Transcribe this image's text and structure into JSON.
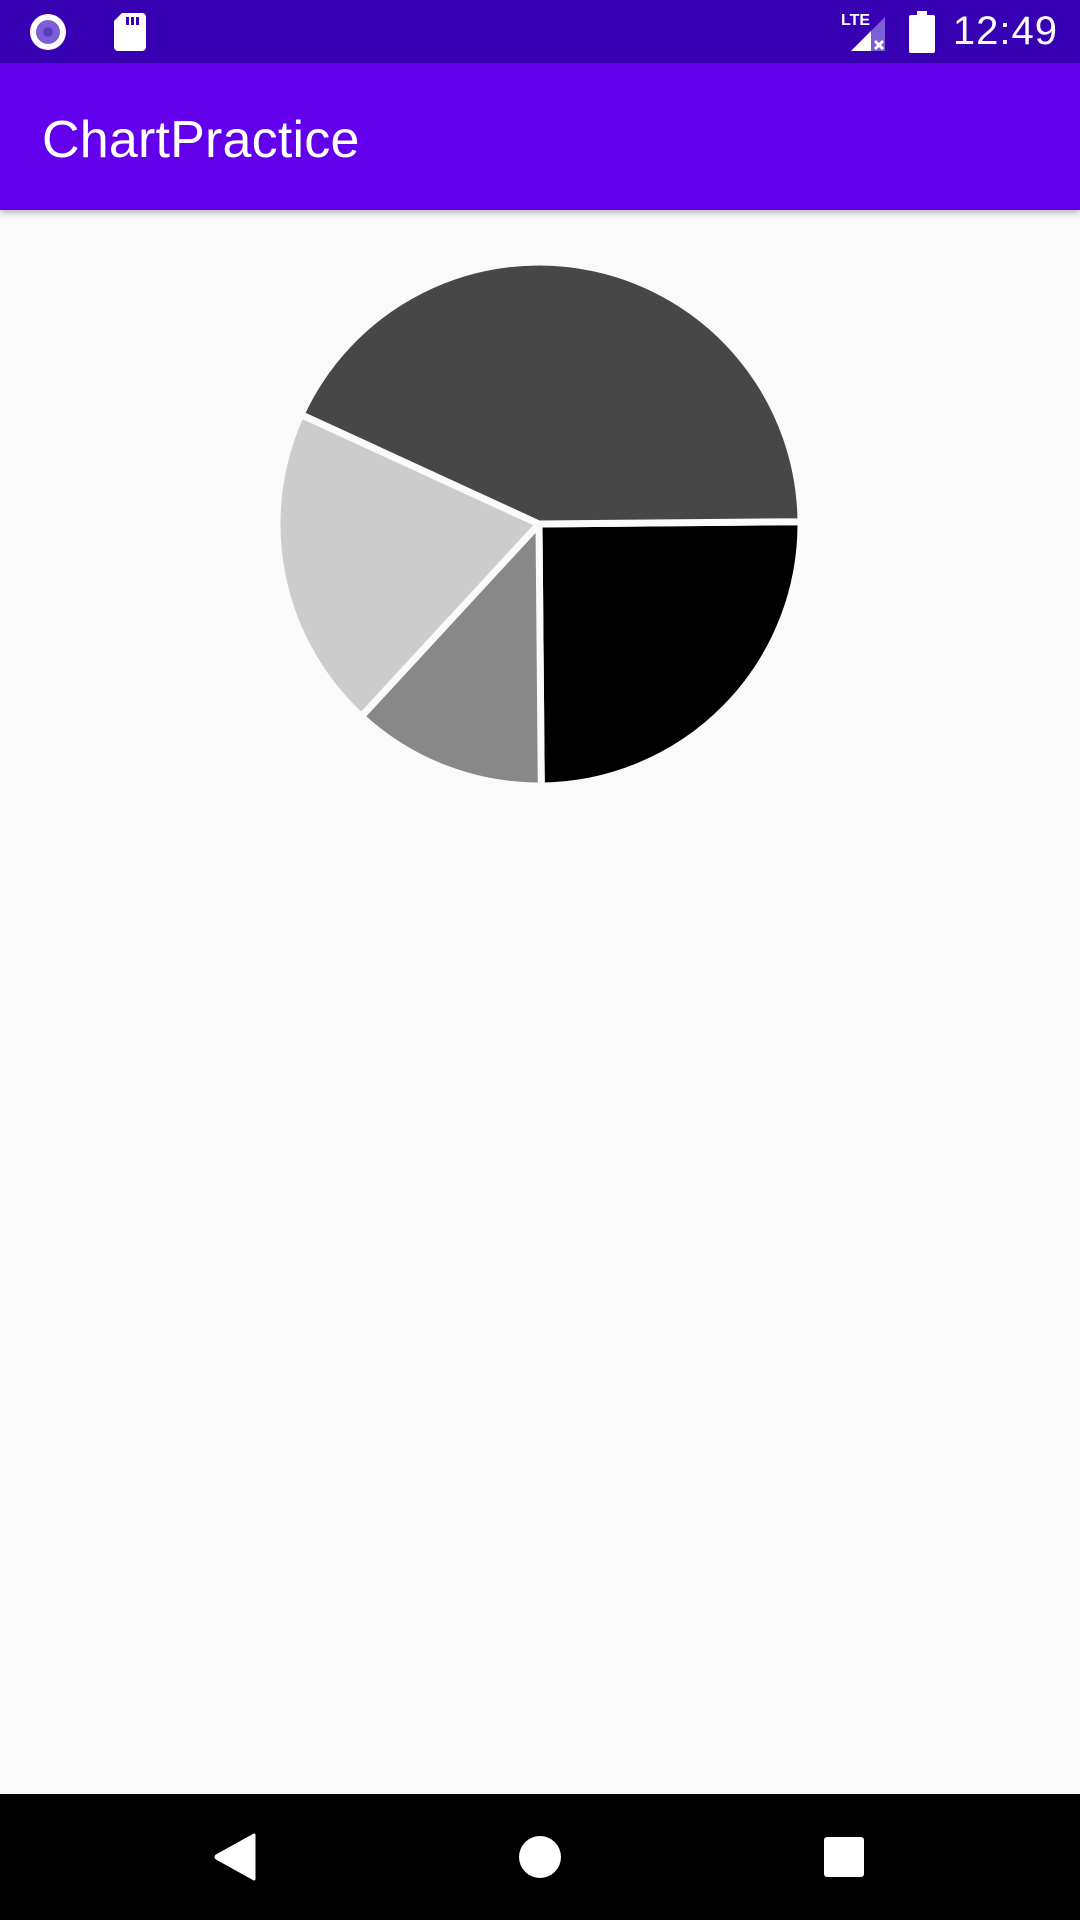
{
  "status_bar": {
    "time": "12:49",
    "network_label": "LTE",
    "icons": [
      "record-icon",
      "sd-card-icon",
      "signal-icon",
      "battery-icon"
    ]
  },
  "app_bar": {
    "title": "ChartPractice"
  },
  "nav_bar": {
    "icons": [
      "back-icon",
      "home-icon",
      "recents-icon"
    ]
  },
  "chart_data": {
    "type": "pie",
    "title": "",
    "slices": [
      {
        "value": 25,
        "color": "#000000"
      },
      {
        "value": 12,
        "color": "#888888"
      },
      {
        "value": 20,
        "color": "#cccccc"
      },
      {
        "value": 43,
        "color": "#474747"
      }
    ]
  },
  "colors": {
    "status_bar": "#3700b3",
    "app_bar": "#6200ee",
    "background": "#fafafa",
    "nav_bar": "#000000"
  }
}
